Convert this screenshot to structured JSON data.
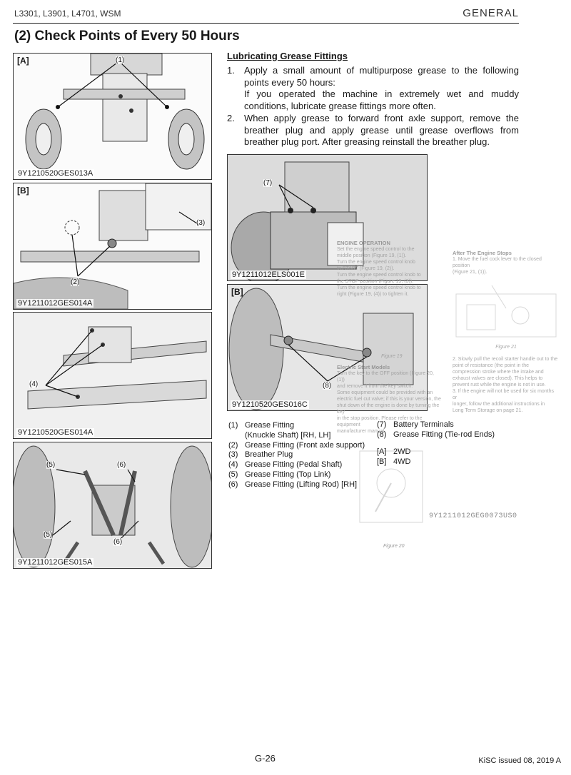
{
  "header": {
    "models": "L3301, L3901, L4701, WSM",
    "section": "GENERAL"
  },
  "title": "(2)  Check Points of Every 50 Hours",
  "lubrication": {
    "heading": "Lubricating Grease Fittings",
    "steps": [
      {
        "num": "1.",
        "text": "Apply a small amount of multipurpose grease to the following points every 50 hours:",
        "note": "If you operated the machine in extremely wet and muddy conditions, lubricate grease fittings more often."
      },
      {
        "num": "2.",
        "text": "When apply grease to forward front axle support, remove the breather plug and apply grease until grease overflows from breather plug port. After greasing reinstall the breather plug."
      }
    ]
  },
  "figures": {
    "a": {
      "tag": "[A]",
      "id": "9Y1210520GES013A",
      "callouts": [
        "(1)"
      ]
    },
    "b": {
      "tag": "[B]",
      "id": "9Y1211012GES014A",
      "callouts": [
        "(2)",
        "(3)"
      ]
    },
    "c": {
      "id": "9Y1210520GES014A",
      "callouts": [
        "(4)"
      ]
    },
    "d": {
      "id": "9Y1211012GES015A",
      "callouts": [
        "(5)",
        "(6)",
        "(5)",
        "(6)"
      ]
    },
    "e": {
      "id": "9Y1211012ELS001E",
      "callouts": [
        "(7)"
      ]
    },
    "f": {
      "tag": "[B]",
      "id": "9Y1210520GES016C",
      "callouts": [
        "(8)"
      ]
    }
  },
  "legend": [
    {
      "n": "(1)",
      "text": "Grease Fitting",
      "sub": "(Knuckle Shaft) [RH, LH]"
    },
    {
      "n": "(2)",
      "text": "Grease Fitting (Front axle support)"
    },
    {
      "n": "(3)",
      "text": "Breather Plug"
    },
    {
      "n": "(4)",
      "text": "Grease Fitting (Pedal Shaft)"
    },
    {
      "n": "(5)",
      "text": "Grease Fitting (Top Link)"
    },
    {
      "n": "(6)",
      "text": "Grease Fitting (Lifting Rod) [RH]"
    }
  ],
  "legend_right": [
    {
      "n": "(7)",
      "text": "Battery Terminals"
    },
    {
      "n": "(8)",
      "text": "Grease Fitting (Tie-rod Ends)"
    },
    {
      "n": "[A]",
      "text": "2WD"
    },
    {
      "n": "[B]",
      "text": "4WD"
    }
  ],
  "ghost": {
    "left_title": "ENGINE OPERATION",
    "left_lines": [
      "Set the engine speed control to the",
      "middle position (Figure 19, (1)).",
      "Turn the engine speed control knob",
      "to START (Figure 19, (2)).",
      "Turn the engine speed control knob to",
      "the STOP position (Figure 19, (3)).",
      "Turn the engine speed control knob to",
      "right (Figure 19, (4)) to tighten it."
    ],
    "fig19": "Figure 19",
    "estart_title": "Electric Start Models",
    "estart_lines": [
      "Turn the key to the OFF position (Figure 20, (1))",
      "and remove it from the key switch.",
      "Some equipment could be provided with an",
      "electric fuel cut valve; if this is your version, the",
      "shut down of the engine is done by turning the key",
      "in the stop position. Please refer to the equipment",
      "manufacturer manual."
    ],
    "right_title": "After The Engine Stops",
    "right_lines": [
      "1.  Move the fuel cock lever to the closed position",
      "(Figure 21, (1))."
    ],
    "fig21": "Figure 21",
    "right_lines2": [
      "2.  Slowly pull the recoil starter handle out to the",
      "point of resistance (the point in the",
      "compression stroke where the intake and",
      "exhaust valves are closed). This helps to",
      "prevent rust while the engine is not in use.",
      "3.  If the engine will not be used for six months or",
      "longer, follow the additional instructions in",
      "Long Term Storage on page 21."
    ],
    "code": "9Y1211012GEG0073US0",
    "fig20": "Figure 20"
  },
  "footer": {
    "page": "G-26",
    "issue": "KiSC issued 08, 2019 A"
  }
}
